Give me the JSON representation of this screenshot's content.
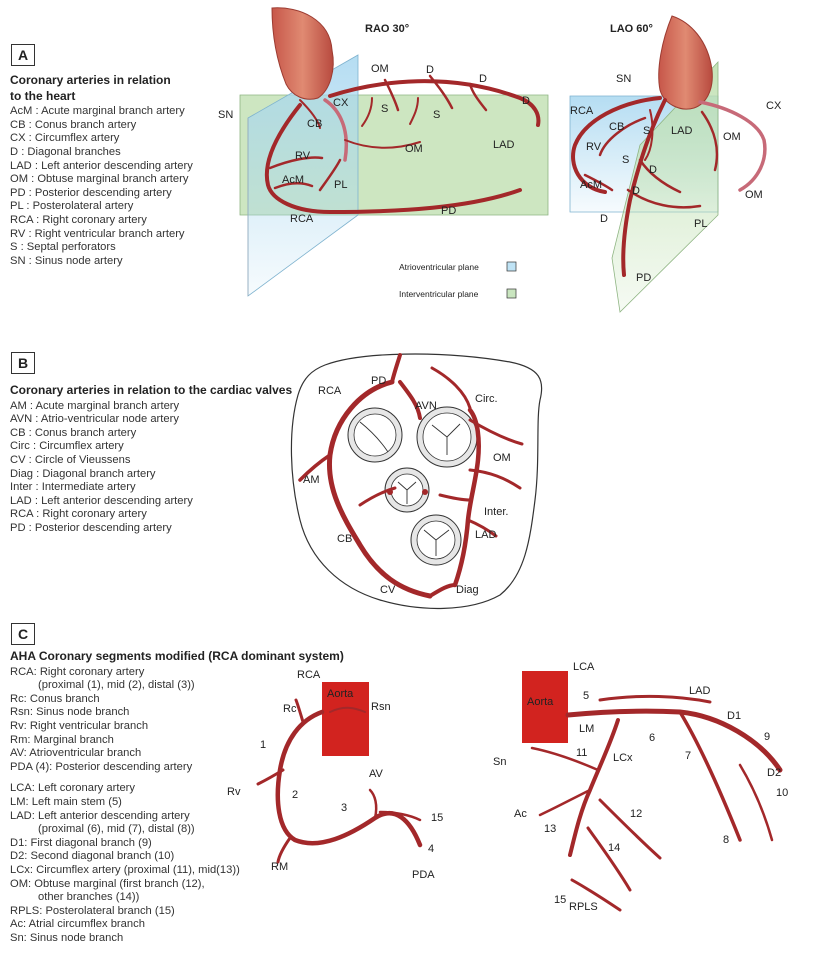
{
  "panel_a": {
    "letter": "A",
    "title_lines": [
      "Coronary arteries in relation",
      "to the heart"
    ],
    "legend": [
      "AcM : Acute marginal branch artery",
      "CB : Conus branch artery",
      "CX : Circumflex artery",
      "D : Diagonal branches",
      "LAD : Left anterior descending artery",
      "OM : Obtuse marginal branch artery",
      "PD : Posterior descending artery",
      "PL : Posterolateral artery",
      "RCA : Right coronary artery",
      "RV : Right ventricular branch artery",
      "S : Septal perforators",
      "SN : Sinus node artery"
    ],
    "rao": {
      "title": "RAO 30°",
      "labels": {
        "om": "OM",
        "d1": "D",
        "d2": "D",
        "d3": "D",
        "sn": "SN",
        "cx": "CX",
        "cb": "CB",
        "s1": "S",
        "s2": "S",
        "om2": "OM",
        "lad": "LAD",
        "rv": "RV",
        "acm": "AcM",
        "pl": "PL",
        "rca": "RCA",
        "pd": "PD"
      }
    },
    "lao": {
      "title": "LAO 60°",
      "labels": {
        "sn": "SN",
        "rca": "RCA",
        "cb": "CB",
        "s1": "S",
        "lad": "LAD",
        "cx": "CX",
        "om1": "OM",
        "rv": "RV",
        "s2": "S",
        "d1": "D",
        "acm": "AcM",
        "d2": "D",
        "om2": "OM",
        "d3": "D",
        "pl": "PL",
        "pd": "PD"
      }
    },
    "plane_legend": [
      {
        "label": "Atrioventricular plane",
        "color": "#bfe3f5"
      },
      {
        "label": "Interventricular plane",
        "color": "#c9e5bf"
      }
    ]
  },
  "panel_b": {
    "letter": "B",
    "title": "Coronary arteries in relation to the cardiac valves",
    "legend": [
      "AM : Acute marginal branch artery",
      "AVN : Atrio-ventricular node artery",
      "CB : Conus branch artery",
      "Circ : Circumflex artery",
      "CV : Circle of Vieussens",
      "Diag : Diagonal branch artery",
      "Inter : Intermediate artery",
      "LAD : Left anterior descending artery",
      "RCA : Right coronary artery",
      "PD : Posterior descending artery"
    ],
    "labels": {
      "rca": "RCA",
      "pd": "PD",
      "avn": "AVN",
      "circ": "Circ.",
      "om": "OM",
      "am": "AM",
      "inter": "Inter.",
      "lad": "LAD",
      "cb": "CB",
      "cv": "CV",
      "diag": "Diag"
    }
  },
  "panel_c": {
    "letter": "C",
    "title": "AHA Coronary segments modified (RCA dominant system)",
    "legend_groups": [
      [
        {
          "t": "RCA: Right coronary artery"
        },
        {
          "t": "(proximal (1), mid (2), distal (3))",
          "sub": true
        },
        {
          "t": "Rc: Conus branch"
        },
        {
          "t": "Rsn: Sinus node branch"
        },
        {
          "t": "Rv: Right ventricular branch"
        },
        {
          "t": "Rm: Marginal branch"
        },
        {
          "t": "AV: Atrioventricular branch"
        },
        {
          "t": "PDA (4): Posterior descending artery"
        }
      ],
      [
        {
          "t": "LCA: Left coronary artery"
        },
        {
          "t": "LM: Left main stem (5)"
        },
        {
          "t": "LAD: Left anterior descending artery"
        },
        {
          "t": "(proximal (6), mid (7), distal (8))",
          "sub": true
        },
        {
          "t": "D1: First diagonal branch (9)"
        },
        {
          "t": "D2: Second diagonal branch (10)"
        },
        {
          "t": "LCx: Circumflex artery (proximal (11), mid(13))"
        },
        {
          "t": "OM: Obtuse marginal (first branch (12),"
        },
        {
          "t": "other branches (14))",
          "sub": true
        },
        {
          "t": "RPLS: Posterolateral branch (15)"
        },
        {
          "t": "Ac: Atrial circumflex branch"
        },
        {
          "t": "Sn: Sinus node branch"
        }
      ]
    ],
    "right": {
      "labels": {
        "rca": "RCA",
        "aorta": "Aorta",
        "rc": "Rc",
        "rsn": "Rsn",
        "s1": "1",
        "rv": "Rv",
        "s2": "2",
        "av": "AV",
        "s3": "3",
        "s15": "15",
        "s4": "4",
        "rm": "RM",
        "pda": "PDA"
      }
    },
    "left": {
      "labels": {
        "lca": "LCA",
        "aorta": "Aorta",
        "s5": "5",
        "lad": "LAD",
        "d1": "D1",
        "s9": "9",
        "lm": "LM",
        "s6": "6",
        "s11": "11",
        "lcx": "LCx",
        "s7": "7",
        "sn": "Sn",
        "d2": "D2",
        "s10": "10",
        "ac": "Ac",
        "s12": "12",
        "s13": "13",
        "s8": "8",
        "s14": "14",
        "s15": "15",
        "rpls": "RPLS"
      }
    }
  }
}
